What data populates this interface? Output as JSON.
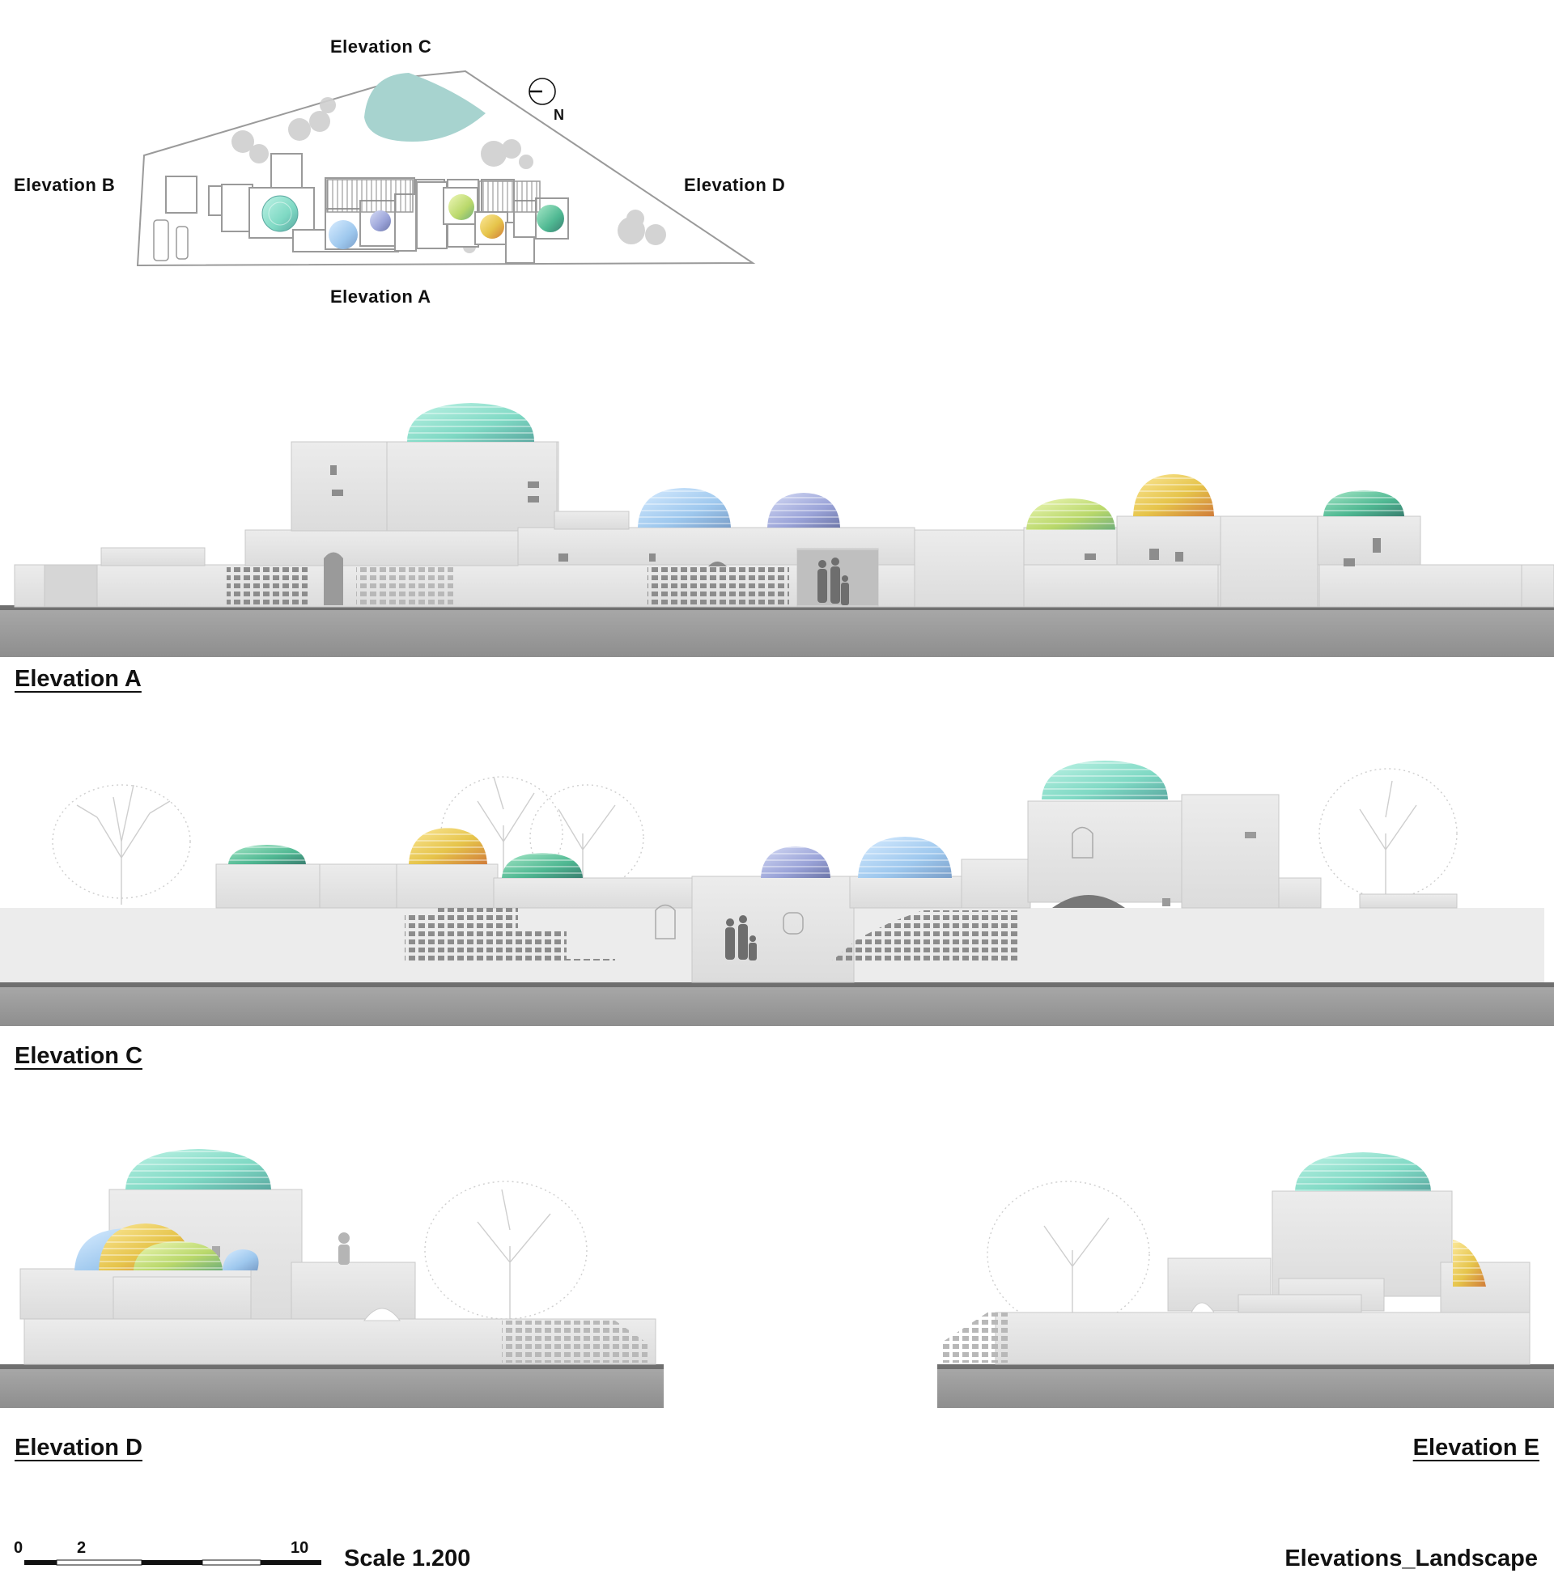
{
  "site_plan": {
    "label_top": "Elevation C",
    "label_left": "Elevation B",
    "label_right": "Elevation D",
    "label_bottom": "Elevation A",
    "north": "N"
  },
  "elevations": [
    {
      "title": "Elevation A"
    },
    {
      "title": "Elevation C"
    },
    {
      "title": "Elevation D"
    },
    {
      "title": "Elevation E"
    }
  ],
  "scale_bar": {
    "ticks": [
      "0",
      "2",
      "10"
    ],
    "text": "Scale 1.200"
  },
  "sheet_title": "Elevations_Landscape",
  "colors": {
    "ground": "#9a9a9a",
    "wall": "#e6e6e6",
    "dome_teal": "#7fd9c4",
    "dome_blue": "#9ec8ee",
    "dome_violet": "#9aa3d8",
    "dome_lime": "#b9d86a",
    "dome_gold": "#e6c44a",
    "dome_green": "#4fb892",
    "pond": "#a7d3cf"
  }
}
